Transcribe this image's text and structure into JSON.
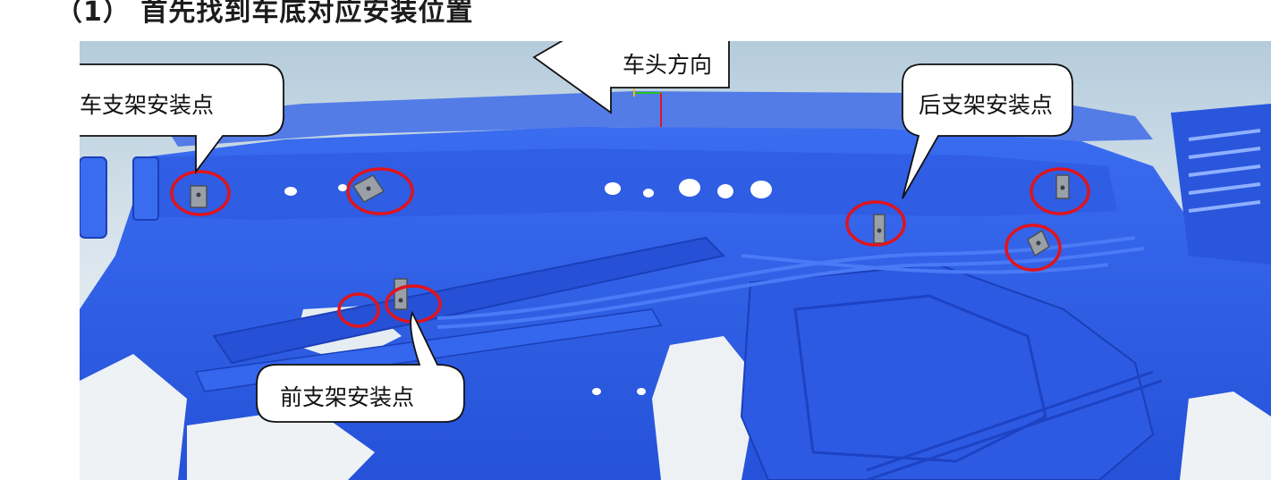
{
  "heading": "（1） 首先找到车底对应安装位置",
  "callouts": {
    "front_roof_mount": "前顶车支架安装点",
    "vehicle_direction": "车头方向",
    "rear_mount": "后支架安装点",
    "front_mount": "前支架安装点"
  },
  "colors": {
    "scan_blue": "#2f5fe6",
    "background_top": "#b5ccdc",
    "background_bottom": "#f2f5f7",
    "marker_red": "#e0141c"
  }
}
